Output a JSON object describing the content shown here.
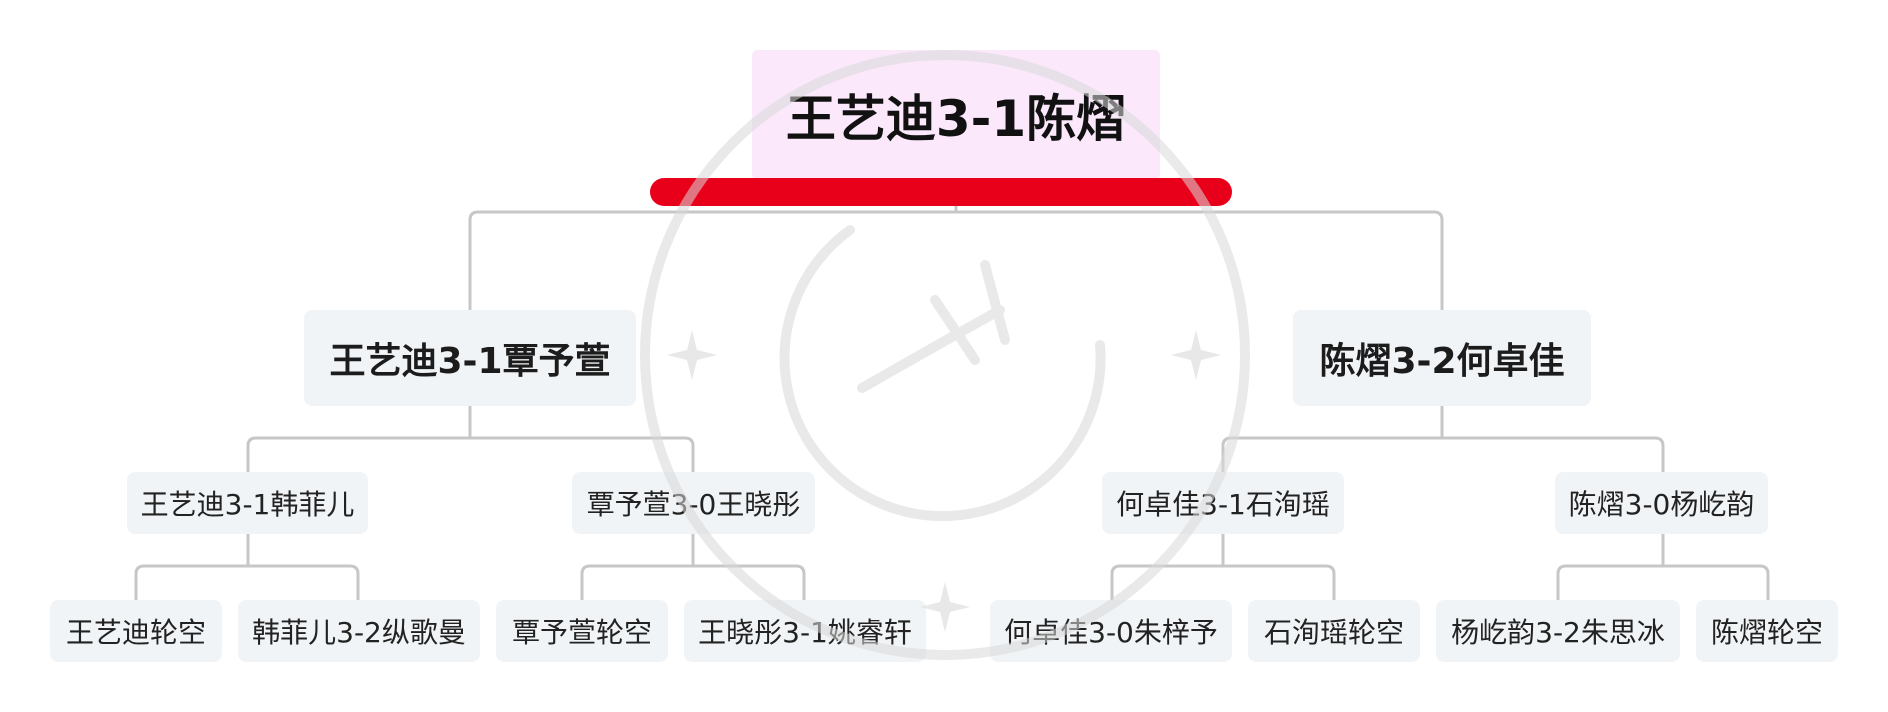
{
  "colors": {
    "root_bg": "#fbe8fb",
    "node_bg": "#f1f4f6",
    "connector": "#c7c7c7",
    "underline": "#e8001a"
  },
  "bracket": {
    "root": "王艺迪3-1陈熠",
    "semifinals": {
      "left": "王艺迪3-1覃予萱",
      "right": "陈熠3-2何卓佳"
    },
    "quarterfinals": {
      "q1": "王艺迪3-1韩菲儿",
      "q2": "覃予萱3-0王晓彤",
      "q3": "何卓佳3-1石洵瑶",
      "q4": "陈熠3-0杨屹韵"
    },
    "round16": {
      "r1": "王艺迪轮空",
      "r2": "韩菲儿3-2纵歌曼",
      "r3": "覃予萱轮空",
      "r4": "王晓彤3-1姚睿轩",
      "r5": "何卓佳3-0朱梓予",
      "r6": "石洵瑶轮空",
      "r7": "杨屹韵3-2朱思冰",
      "r8": "陈熠轮空"
    }
  }
}
